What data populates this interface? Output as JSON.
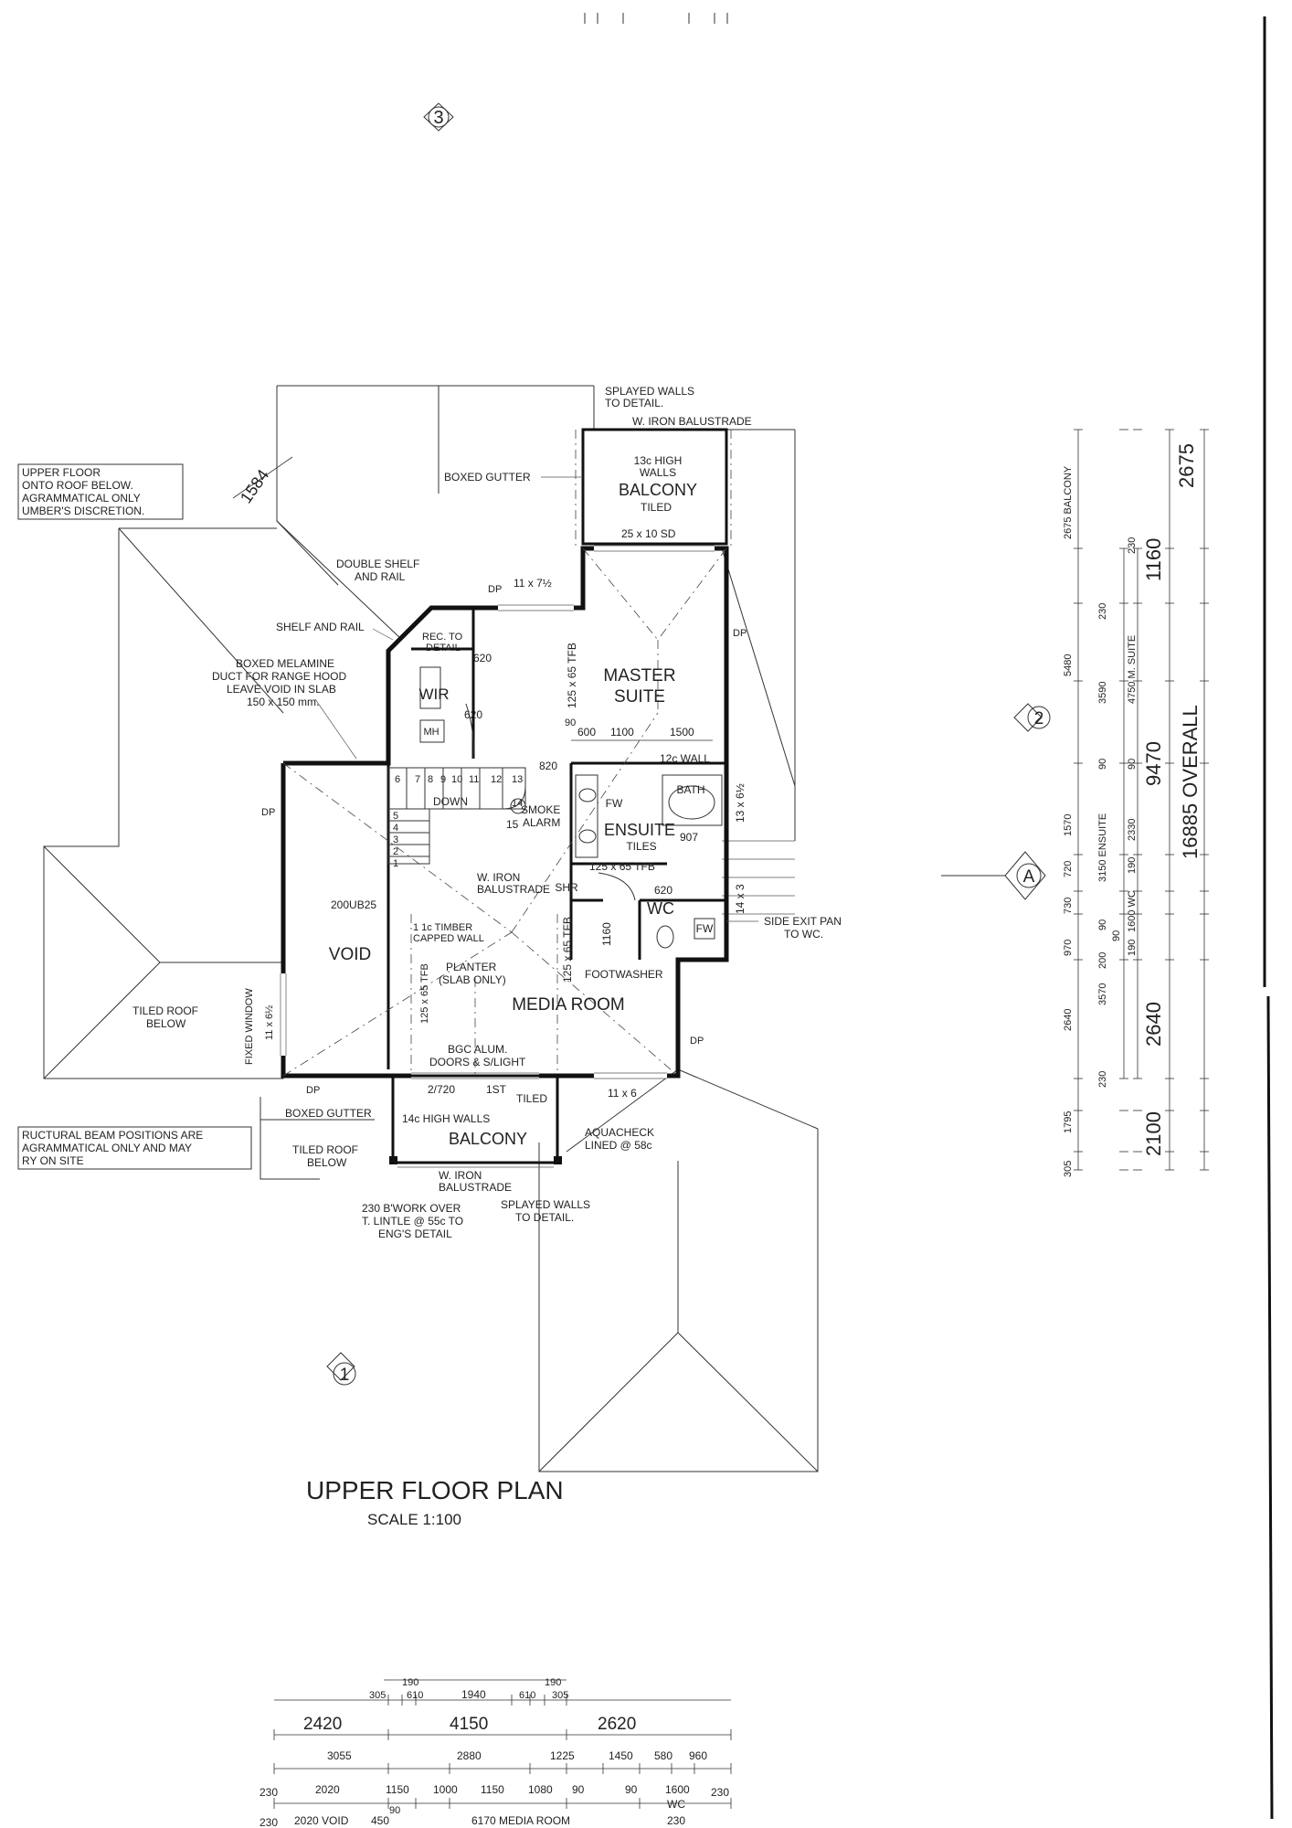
{
  "plan": {
    "title": "UPPER FLOOR PLAN",
    "scale": "SCALE 1:100",
    "rooms": {
      "master_suite": "MASTER\nSUITE",
      "ensuite": "ENSUITE",
      "ensuite_tiles": "TILES",
      "wc": "WC",
      "wir": "WIR",
      "void": "VOID",
      "media_room": "MEDIA ROOM",
      "balcony_top": "BALCONY",
      "balcony_top_tiled": "TILED",
      "balcony_top_walls": "13c HIGH\nWALLS",
      "balcony_bottom": "BALCONY",
      "bath": "BATH",
      "shr": "SHR",
      "mh": "MH",
      "fw1": "FW",
      "fw2": "FW"
    },
    "notes": {
      "upper_floor_note": "UPPER FLOOR\nONTO ROOF BELOW.\nAGRAMMATICAL ONLY\nUMBER'S DISCRETION.",
      "structural_note": "RUCTURAL BEAM POSITIONS ARE\nAGRAMMATICAL ONLY AND MAY\nRY ON SITE",
      "splayed_walls_top": "SPLAYED WALLS\nTO DETAIL.",
      "w_iron_top": "W. IRON BALUSTRADE",
      "boxed_gutter_top": "BOXED GUTTER",
      "double_shelf": "DOUBLE SHELF\nAND RAIL",
      "shelf_rail": "SHELF AND RAIL",
      "boxed_melamine": "BOXED MELAMINE\nDUCT FOR RANGE HOOD\nLEAVE VOID IN SLAB\n150 x 150 mm.",
      "rec_detail": "REC. TO\nDETAIL",
      "smoke_alarm": "SMOKE\nALARM",
      "w_iron_mid": "W. IRON\nBALUSTRADE",
      "beam": "200UB25",
      "timber_wall": "1 1c TIMBER\nCAPPED WALL",
      "planter": "PLANTER\n(SLAB ONLY)",
      "footwasher": "FOOTWASHER",
      "tiled_roof_left": "TILED ROOF\nBELOW",
      "fixed_window": "FIXED WINDOW",
      "fixed_window_size": "11 x 6½",
      "bgc_doors": "BGC ALUM.\nDOORS & S/LIGHT",
      "boxed_gutter_bottom": "BOXED GUTTER",
      "tiled_roof_bottom": "TILED ROOF\nBELOW",
      "walls_14c": "14c HIGH WALLS",
      "tiled_bottom": "TILED",
      "aquacheck": "AQUACHECK\nLINED @ 58c",
      "w_iron_bottom": "W. IRON\nBALUSTRADE",
      "bwork": "230 B'WORK OVER\nT. LINTLE @ 55c TO\nENG'S DETAIL",
      "splayed_walls_bottom": "SPLAYED WALLS\nTO DETAIL.",
      "side_exit": "SIDE EXIT PAN\nTO WC.",
      "wall_12c": "12c WALL",
      "down": "DOWN"
    },
    "windows": {
      "w_25x10": "25 x 10 SD",
      "w_11x7": "11 x 7½",
      "w_13x6": "13 x 6½",
      "w_14x3": "14 x 3",
      "w_11x6": "11 x 6",
      "tfb_vert1": "125 x 65 TFB",
      "tfb_vert2": "125 x 65 TFB",
      "tfb_horiz": "125 x 65 TFB",
      "tfb_vert3": "125 x 65 TFB",
      "door_2720": "2/720",
      "door_1st": "1ST"
    },
    "markers": {
      "grid_3": "3",
      "grid_2": "2",
      "grid_1": "1",
      "grid_a": "A",
      "dim_1584": "1584",
      "dp1": "DP",
      "dp2": "DP",
      "dp3": "DP",
      "dp4": "DP",
      "dp5": "DP"
    },
    "small_dims": {
      "d620a": "620",
      "d620b": "620",
      "d620c": "620",
      "d820": "820",
      "d907": "907",
      "d1160": "1160",
      "d90": "90",
      "d600": "600",
      "d1100": "1100",
      "d1500": "1500",
      "d15": "15"
    },
    "stairs": [
      "6",
      "7",
      "8",
      "9",
      "10",
      "11",
      "12",
      "13",
      "14",
      "5",
      "4",
      "3",
      "2",
      "1"
    ]
  },
  "right_dims": {
    "col1": [
      "2675 BALCONY",
      "5480",
      "1570",
      "970",
      "2640",
      "1795",
      "305"
    ],
    "col1b": [
      "230",
      "720",
      "730",
      "230"
    ],
    "col2": [
      "3590",
      "3150 ENSUITE",
      "3570"
    ],
    "col2b": [
      "90",
      "90",
      "200",
      "90"
    ],
    "col3": [
      "4750 M. SUITE",
      "2330",
      "1600 WC"
    ],
    "col3b": [
      "230",
      "90",
      "190",
      "190"
    ],
    "col4": [
      "2675",
      "1160",
      "9470",
      "2640",
      "2100"
    ],
    "overall": "16885 OVERALL"
  },
  "bottom_dims": {
    "row0": [
      "190",
      "190"
    ],
    "row1": [
      "305",
      "610",
      "1940",
      "610",
      "305"
    ],
    "row2": [
      "2420",
      "4150",
      "2620"
    ],
    "row3": [
      "3055",
      "2880",
      "1225",
      "1450",
      "580",
      "960"
    ],
    "row4": [
      "230",
      "2020",
      "1150",
      "1000",
      "1150",
      "1080",
      "90",
      "90",
      "1600",
      "230"
    ],
    "row4_wc": "WC",
    "row5": [
      "230",
      "2020 VOID",
      "450",
      "90",
      "6170 MEDIA ROOM",
      "230"
    ]
  }
}
